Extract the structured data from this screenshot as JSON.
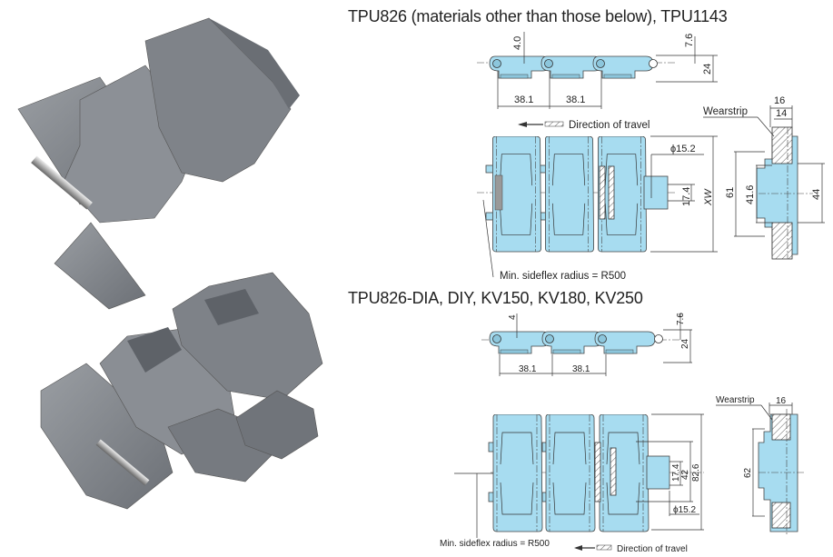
{
  "section_1": {
    "title": "TPU826 (materials other than those below), TPU1143",
    "side_view": {
      "dim_top": "4.0",
      "dim_right_top": "7.6",
      "dim_right": "24",
      "pitch_1": "38.1",
      "pitch_2": "38.1"
    },
    "direction_label": "Direction of travel",
    "plan_view": {
      "dia": "ϕ15.2",
      "dim_inner": "17.4",
      "dim_width": "XW",
      "sideflex": "Min. sideflex radius = R500"
    },
    "section_view": {
      "wearstrip": "Wearstrip",
      "dim_16": "16",
      "dim_14": "14",
      "dim_61": "61",
      "dim_41_6": "41.6",
      "dim_44": "44"
    }
  },
  "section_2": {
    "title": "TPU826-DIA, DIY, KV150, KV180, KV250",
    "side_view": {
      "dim_top": "4",
      "dim_right_top": "7.6",
      "dim_right": "24",
      "pitch_1": "38.1",
      "pitch_2": "38.1"
    },
    "direction_label": "Direction of travel",
    "plan_view": {
      "dia": "ϕ15.2",
      "dim_inner": "17.4",
      "dim_42": "42",
      "dim_82_6": "82.6",
      "sideflex": "Min. sideflex radius = R500"
    },
    "section_view": {
      "wearstrip": "Wearstrip",
      "dim_16": "16",
      "dim_62": "62"
    }
  },
  "colors": {
    "part_fill": "#a7dcf0",
    "photo_gray": "#7e8288"
  }
}
